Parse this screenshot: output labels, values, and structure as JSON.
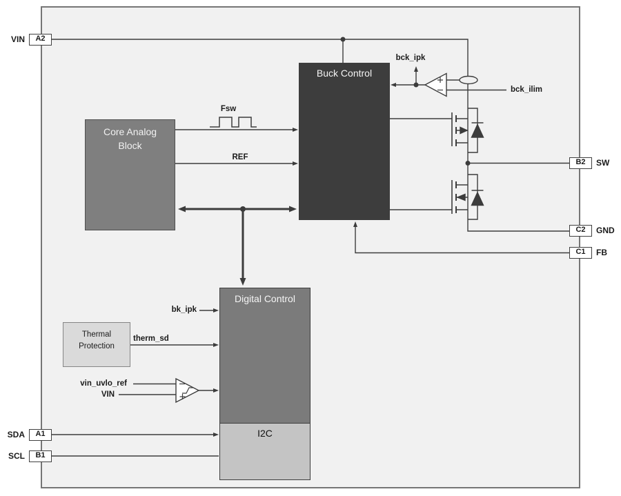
{
  "pins": {
    "vin": {
      "label": "VIN",
      "ball": "A2"
    },
    "sda": {
      "label": "SDA",
      "ball": "A1"
    },
    "scl": {
      "label": "SCL",
      "ball": "B1"
    },
    "sw": {
      "label": "SW",
      "ball": "B2"
    },
    "gnd": {
      "label": "GND",
      "ball": "C2"
    },
    "fb": {
      "label": "FB",
      "ball": "C1"
    }
  },
  "blocks": {
    "core_analog": {
      "label": "Core Analog Block"
    },
    "buck_control": {
      "label": "Buck Control"
    },
    "digital_control": {
      "label": "Digital Control"
    },
    "i2c": {
      "label": "I2C"
    },
    "thermal_protection": {
      "label": "Thermal Protection"
    }
  },
  "signals": {
    "fsw": "Fsw",
    "ref": "REF",
    "bck_ipk": "bck_ipk",
    "bck_ilim": "bck_ilim",
    "bk_ipk": "bk_ipk",
    "therm_sd": "therm_sd",
    "vin_uvlo_ref": "vin_uvlo_ref",
    "vin_comp_input": "VIN"
  },
  "colors": {
    "line": "#3c3c3c",
    "chip_bg": "#f1f1f1",
    "buck_fill": "#3d3d3d",
    "core_fill": "#7f7f7f",
    "digital_fill": "#7b7b7b",
    "i2c_fill": "#c4c4c4",
    "thermal_fill": "#dadada"
  }
}
